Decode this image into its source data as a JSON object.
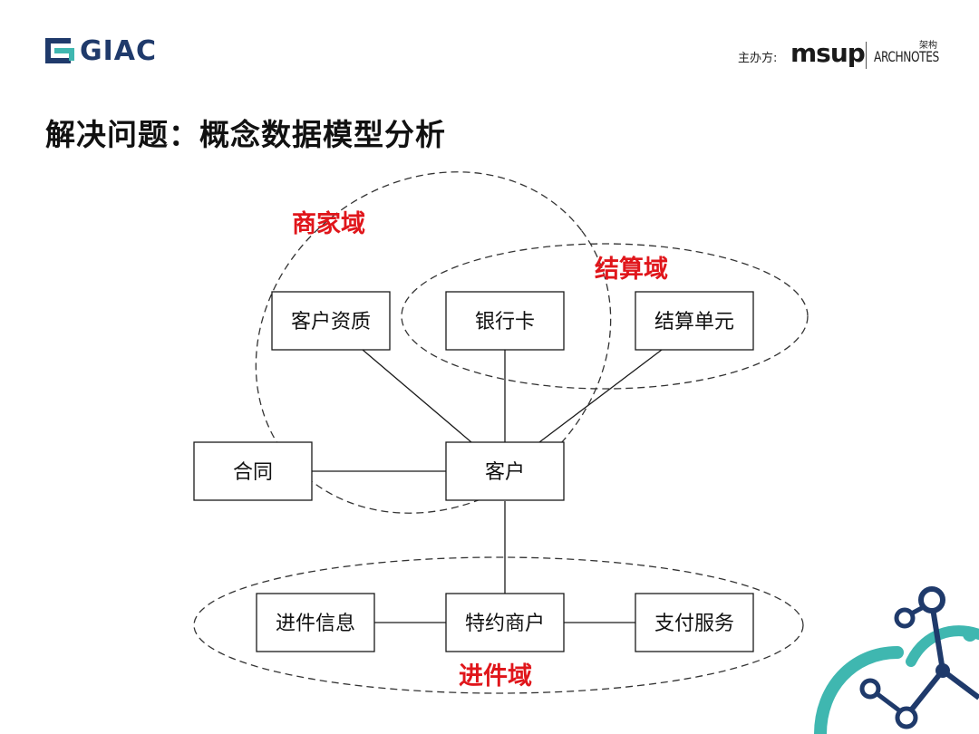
{
  "header": {
    "logo_text": "GIAC",
    "sponsor_label": "主办方:",
    "sponsor_brand": "msup",
    "partner_brand": "ARCHNOTES",
    "partner_brand_cn": "架构"
  },
  "title": "解决问题：概念数据模型分析",
  "diagram": {
    "domains": {
      "merchant": "商家域",
      "settlement": "结算域",
      "onboarding": "进件域"
    },
    "nodes": {
      "qualification": "客户资质",
      "bank_card": "银行卡",
      "settlement_unit": "结算单元",
      "contract": "合同",
      "customer": "客户",
      "onboarding_info": "进件信息",
      "special_merchant": "特约商户",
      "payment_service": "支付服务"
    },
    "edges": [
      [
        "qualification",
        "customer"
      ],
      [
        "bank_card",
        "customer"
      ],
      [
        "settlement_unit",
        "customer"
      ],
      [
        "contract",
        "customer"
      ],
      [
        "customer",
        "special_merchant"
      ],
      [
        "onboarding_info",
        "special_merchant"
      ],
      [
        "special_merchant",
        "payment_service"
      ]
    ]
  },
  "colors": {
    "domain_label": "#e0161b",
    "logo_primary": "#1f3a6b",
    "logo_accent": "#3fb7b0"
  }
}
